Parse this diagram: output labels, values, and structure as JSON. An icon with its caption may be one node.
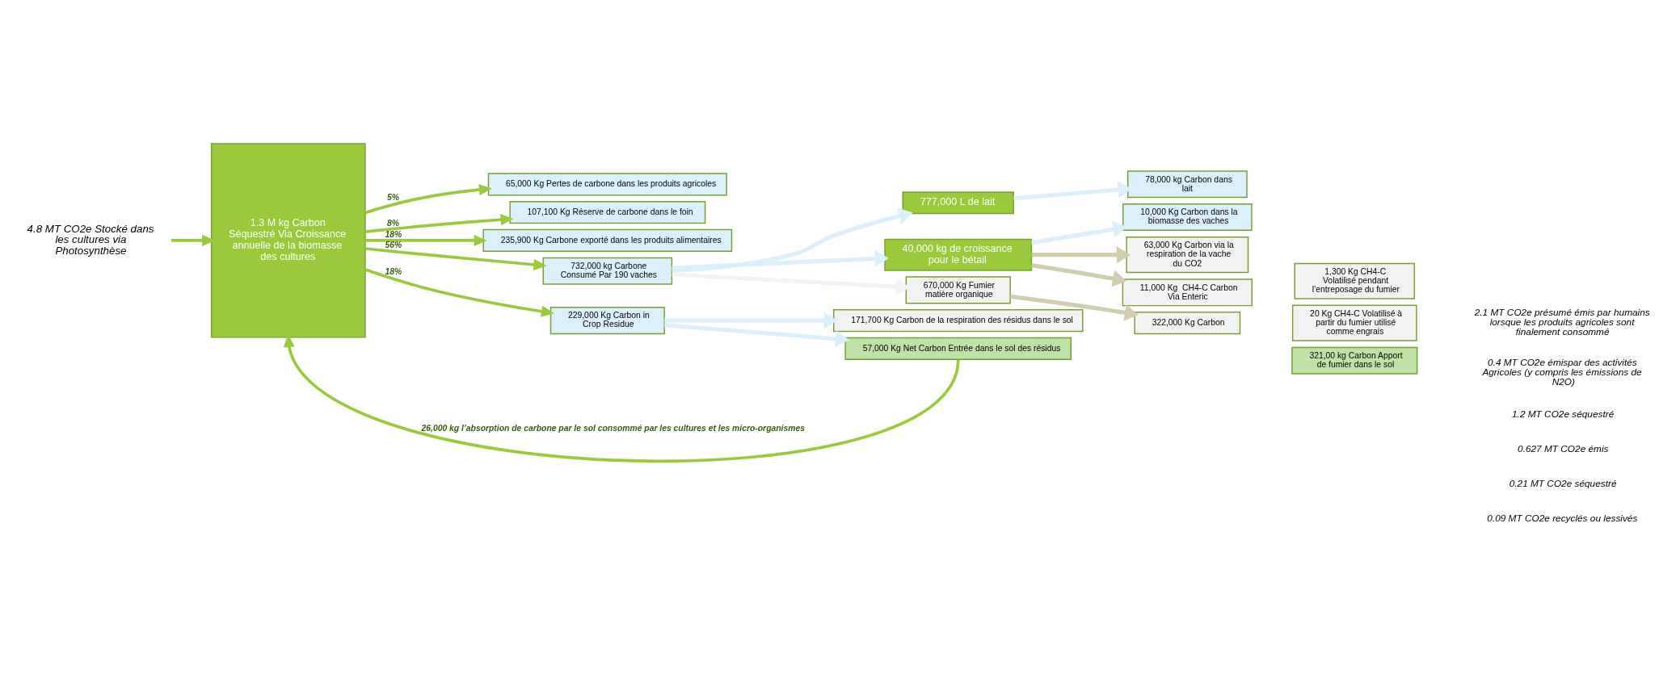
{
  "diagram": {
    "nodes": [
      {
        "text": [
          "4.8 MT CO2e Stocké dans les cultures via Photosynthèse"
        ]
      },
      {
        "text": [
          "1.3 M kg Carbon Séquestré Via Croissance annuelle de la biomasse des cultures"
        ]
      },
      {
        "text": [
          "65,000 Kg Pertes de carbone dans les produits agricoles"
        ]
      },
      {
        "text": [
          "107,100 Kg Réserve de carbone dans le foin"
        ]
      },
      {
        "text": [
          "235,900 Kg Carbone exporté dans les produits alimentaires"
        ]
      },
      {
        "text": [
          "732,000 kg Carbone Consumé Par 190 vaches"
        ]
      },
      {
        "text": [
          "229,000 Kg Carbon in Crop Residue"
        ]
      },
      {
        "text": [
          "777,000 L de lait"
        ]
      },
      {
        "text": [
          "40,000 kg de croissance pour le bétail"
        ]
      },
      {
        "text": [
          "670,000 Kg Fumier matière organique"
        ]
      },
      {
        "text": [
          "322,000 Kg Carbon"
        ]
      },
      {
        "text": [
          "78,000 kg Carbon dans lait"
        ]
      },
      {
        "text": [
          "10,000 Kg Carbon dans la biomasse des vaches"
        ]
      },
      {
        "text": [
          "63,000 Kg Carbon via la respiration de la vache du CO2"
        ]
      },
      {
        "text": [
          "11,000 Kg  CH4-C Carbon Via Enteric"
        ]
      },
      {
        "text": [
          "1,300 Kg CH4-C Volatilisé pendant l’entreposage du fumier"
        ]
      },
      {
        "text": [
          "20 Kg CH4-C Volatilisé à partir du fumier utilisé comme engrais"
        ]
      },
      {
        "text": [
          "321,00 kg Carbon Apport de fumier dans le sol"
        ]
      },
      {
        "text": [
          "171,700 Kg Carbon de la respiration des résidus dans le sol"
        ]
      },
      {
        "text": [
          "57,000 Kg Net Carbon Entrée dans le sol des résidus"
        ]
      }
    ],
    "edges": [
      {
        "from": 0,
        "to": 1,
        "arrow": "to"
      },
      {
        "from": 1,
        "to": 2,
        "arrow": "to",
        "label": "5%"
      },
      {
        "from": 1,
        "to": 3,
        "arrow": "to",
        "label": "8%"
      },
      {
        "from": 1,
        "to": 4,
        "arrow": "to",
        "label": "18%"
      },
      {
        "from": 1,
        "to": 5,
        "arrow": "to",
        "label": "56%"
      },
      {
        "from": 1,
        "to": 6,
        "arrow": "to",
        "label": "18%"
      },
      {
        "from": 5,
        "to": 7,
        "arrow": "to",
        "color": "#dbf0fb"
      },
      {
        "from": 5,
        "to": 8,
        "arrow": "to",
        "color": "#dbf0fb"
      },
      {
        "from": 5,
        "to": 9,
        "arrow": "to",
        "color": "#f2f2f2"
      },
      {
        "from": 7,
        "to": 11,
        "arrow": "to",
        "color": "#dbf0fb"
      },
      {
        "from": 8,
        "to": 12,
        "arrow": "to",
        "color": "#dbf0fb"
      },
      {
        "from": 8,
        "to": 13,
        "arrow": "to",
        "color": "#d0cdae"
      },
      {
        "from": 8,
        "to": 14,
        "arrow": "to",
        "color": "#d0cdae"
      },
      {
        "from": 9,
        "to": 10,
        "arrow": "to",
        "color": "#d0cdae"
      },
      {
        "from": 6,
        "to": 18,
        "arrow": "to",
        "color": "#dbf0fb"
      },
      {
        "from": 6,
        "to": 19,
        "arrow": "to",
        "color": "#dbf0fb"
      },
      {
        "from": 19,
        "to": 1,
        "arrow": "to",
        "label": "26,000 kg l’absorption de carbone par le sol consommé par les cultures et les micro-organismes"
      }
    ],
    "labels": [
      "2.1 MT CO2e présumé émis par humains lorsque les produits agricoles sont finalement consommé",
      "0.4 MT CO2e émispar des activités Agricoles (y compris les émissions de N2O)",
      "1.2 MT CO2e séquestré",
      "0.627 MT CO2e émis",
      "0.21 MT CO2e séquestré",
      "0.09 MT CO2e recyclés ou lessivés"
    ]
  }
}
